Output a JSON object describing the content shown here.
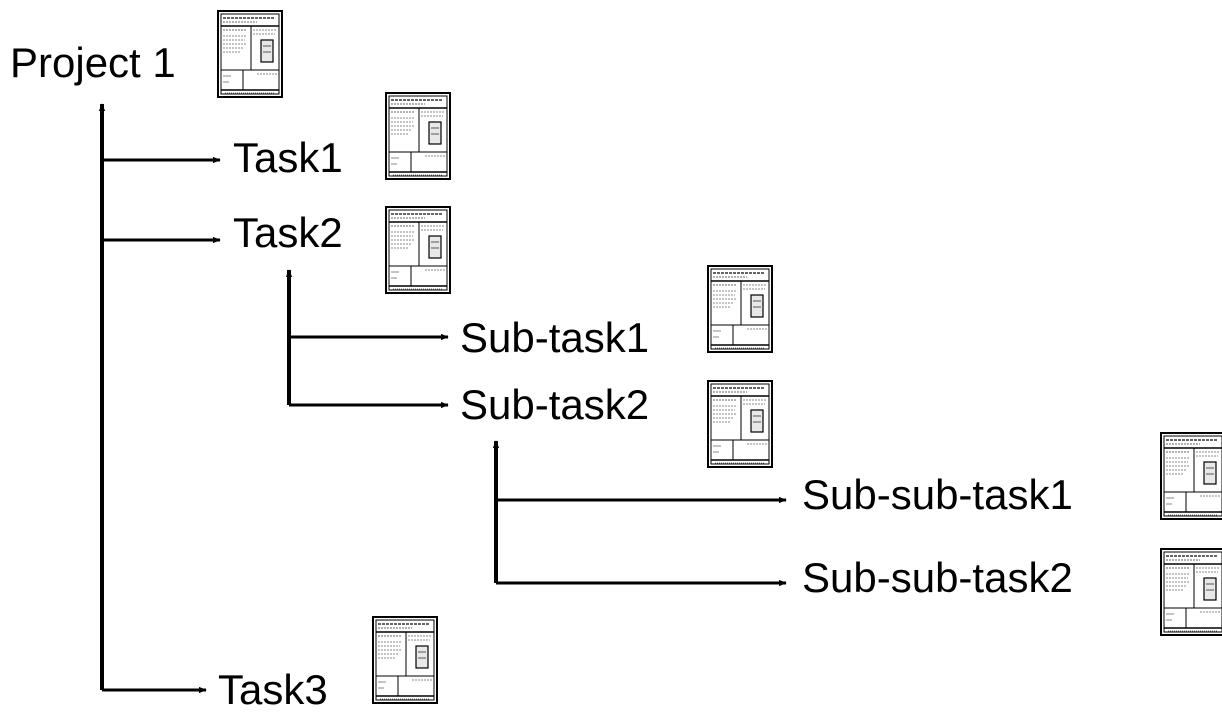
{
  "nodes": [
    {
      "id": "project-1",
      "label": "Project 1",
      "icon": "document-form-icon"
    },
    {
      "id": "task-1",
      "label": "Task1",
      "icon": "document-form-icon"
    },
    {
      "id": "task-2",
      "label": "Task2",
      "icon": "document-form-icon"
    },
    {
      "id": "sub-task-1",
      "label": "Sub-task1",
      "icon": "document-form-icon"
    },
    {
      "id": "sub-task-2",
      "label": "Sub-task2",
      "icon": "document-form-icon"
    },
    {
      "id": "sub-sub-task-1",
      "label": "Sub-sub-task1",
      "icon": "document-form-icon"
    },
    {
      "id": "sub-sub-task-2",
      "label": "Sub-sub-task2",
      "icon": "document-form-icon"
    },
    {
      "id": "task-3",
      "label": "Task3",
      "icon": "document-form-icon"
    }
  ],
  "edges": [
    {
      "from": "project-1",
      "to": "task-1"
    },
    {
      "from": "project-1",
      "to": "task-2"
    },
    {
      "from": "project-1",
      "to": "task-3"
    },
    {
      "from": "task-2",
      "to": "sub-task-1"
    },
    {
      "from": "task-2",
      "to": "sub-task-2"
    },
    {
      "from": "sub-task-2",
      "to": "sub-sub-task-1"
    },
    {
      "from": "sub-task-2",
      "to": "sub-sub-task-2"
    }
  ],
  "colors": {
    "line": "#000000",
    "text": "#000000",
    "background": "#ffffff"
  }
}
